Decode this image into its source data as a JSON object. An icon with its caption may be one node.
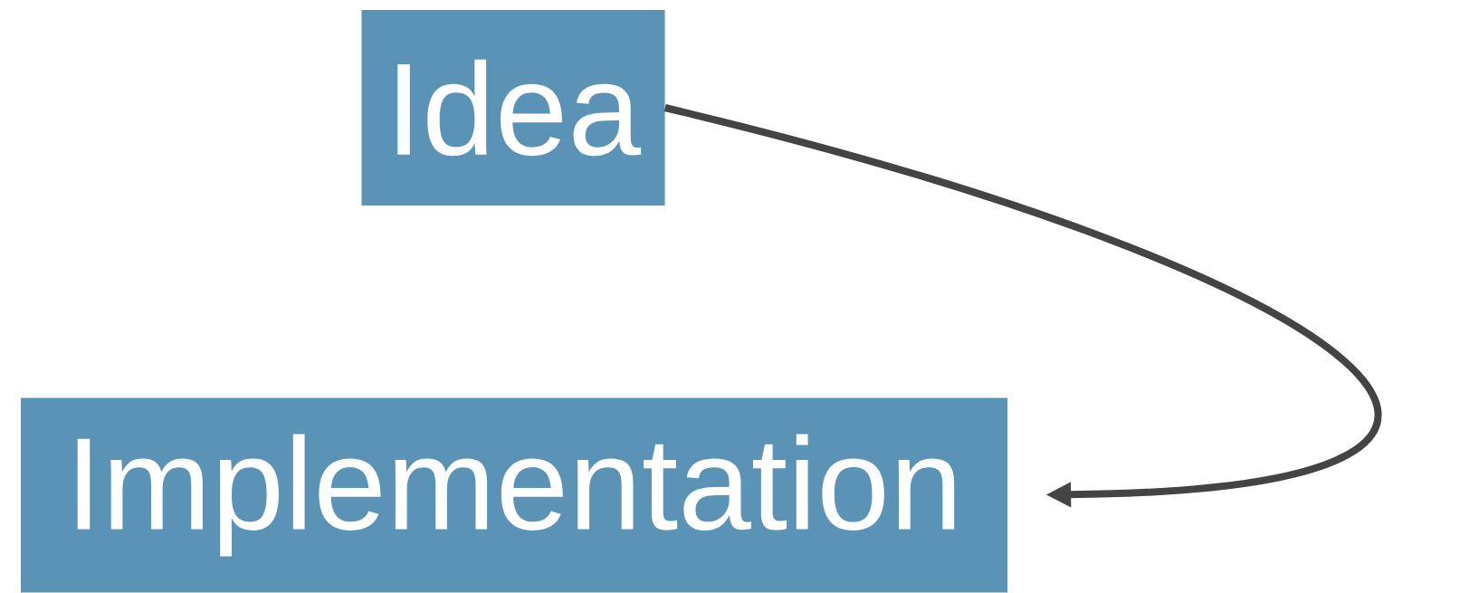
{
  "diagram": {
    "nodes": [
      {
        "text": [
          "Idea"
        ]
      },
      {
        "text": [
          "Implementation"
        ]
      }
    ],
    "edges": [
      {
        "from": 0,
        "to": 1,
        "arrow": "to"
      }
    ]
  }
}
